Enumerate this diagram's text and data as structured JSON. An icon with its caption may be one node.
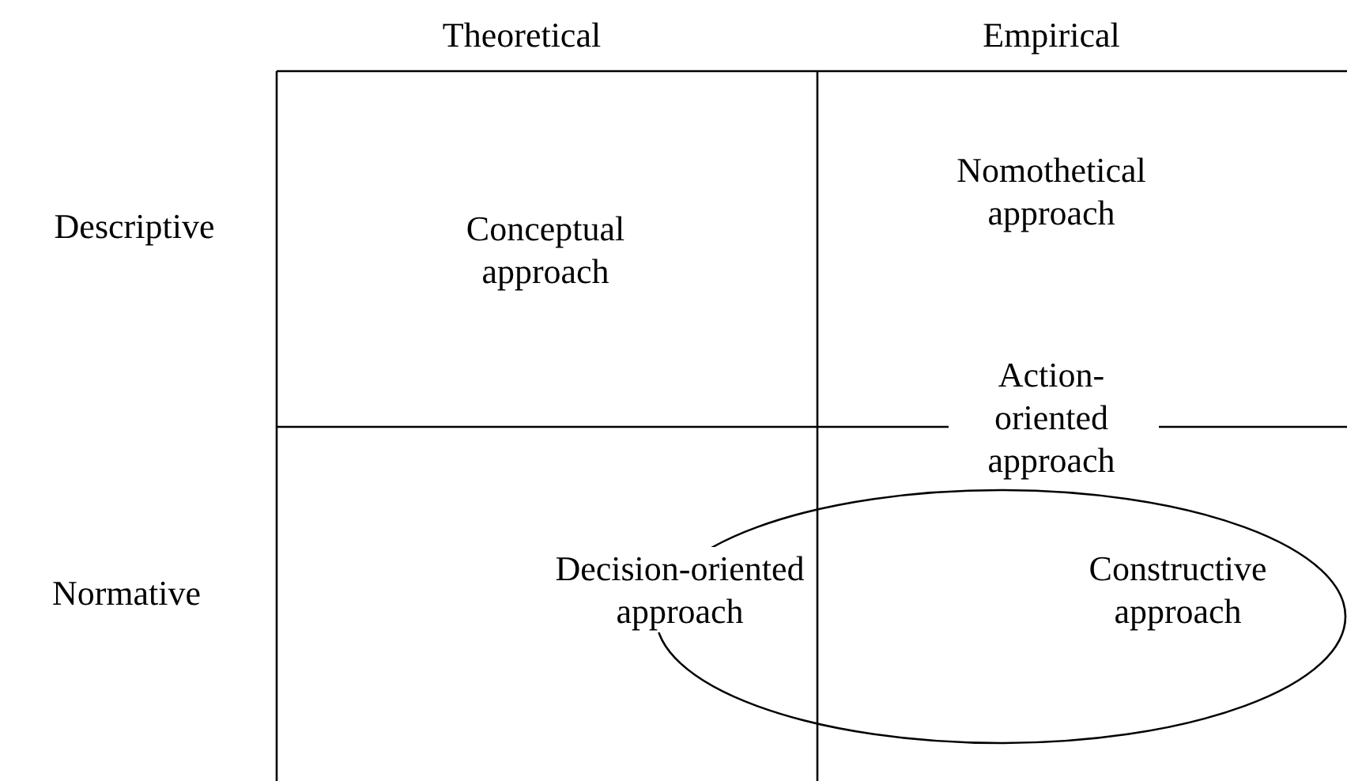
{
  "diagram": {
    "labels": [
      "Theoretical",
      "Empirical",
      "Descriptive",
      "Nomothetical approach",
      "Conceptual approach",
      "Action-oriented approach",
      "Normative",
      "Decision-oriented approach",
      "Constructive approach"
    ]
  }
}
